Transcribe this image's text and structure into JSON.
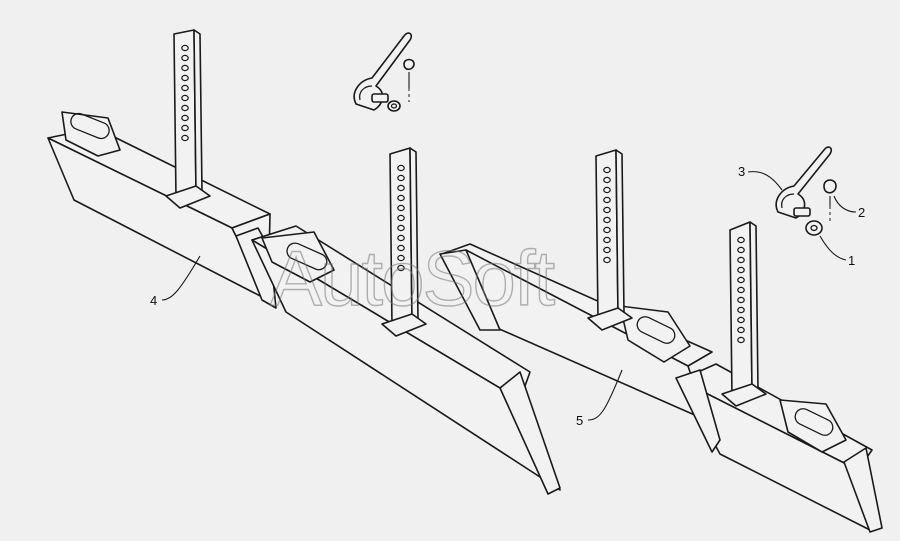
{
  "watermark": "AutoSoft",
  "callouts": [
    {
      "id": "1",
      "label": "1"
    },
    {
      "id": "2",
      "label": "2"
    },
    {
      "id": "3",
      "label": "3"
    },
    {
      "id": "4",
      "label": "4"
    },
    {
      "id": "5",
      "label": "5"
    }
  ],
  "colors": {
    "line": "#1a1a1a",
    "fill": "#f2f2f2",
    "background": "#f0f0f0",
    "watermark": "#777777"
  }
}
